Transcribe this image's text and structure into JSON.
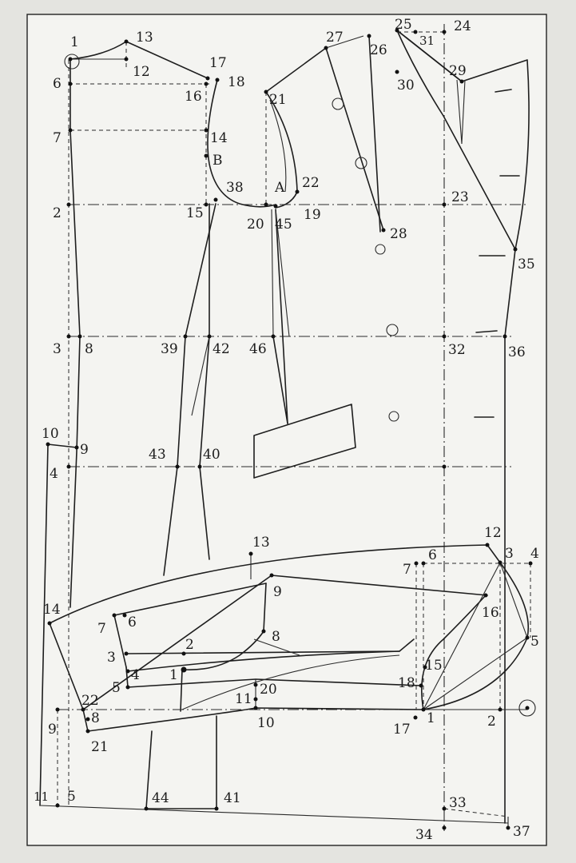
{
  "diagram": {
    "bodice_labels": [
      "1",
      "12",
      "13",
      "6",
      "16",
      "17",
      "18",
      "7",
      "14",
      "B",
      "2",
      "15",
      "38",
      "20",
      "45",
      "19",
      "A",
      "22",
      "21",
      "27",
      "26",
      "25",
      "31",
      "24",
      "30",
      "29",
      "23",
      "28",
      "35",
      "3",
      "8",
      "39",
      "42",
      "46",
      "32",
      "36",
      "10",
      "9",
      "4",
      "43",
      "40",
      "11",
      "5",
      "44",
      "41",
      "33",
      "34",
      "37"
    ],
    "sleeve_labels": [
      "13",
      "12",
      "3",
      "4",
      "6",
      "7",
      "9",
      "16",
      "5",
      "14",
      "7",
      "6",
      "2",
      "8",
      "3",
      "15",
      "18",
      "4",
      "1",
      "5",
      "20",
      "11",
      "22",
      "8",
      "1",
      "17",
      "2",
      "10",
      "9",
      "21"
    ]
  }
}
